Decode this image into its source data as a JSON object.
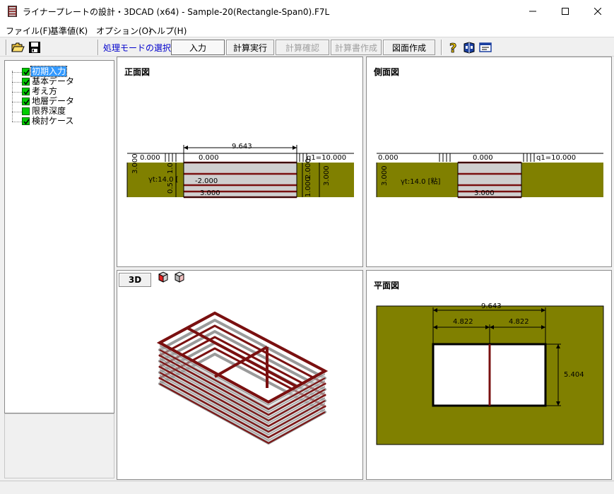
{
  "window": {
    "title": "ライナープレートの設計・3DCAD (x64) - Sample-20(Rectangle-Span0).F7L"
  },
  "menu": {
    "items": [
      "ファイル(F)",
      "基準値(K)",
      "オプション(O)",
      "ヘルプ(H)"
    ]
  },
  "toolbar": {
    "mode_label": "処理モードの選択",
    "buttons": {
      "input": "入力",
      "run": "計算実行",
      "check": "計算確認",
      "report": "計算書作成",
      "drawing": "図面作成"
    }
  },
  "tree": {
    "items": [
      "初期入力",
      "基本データ",
      "考え方",
      "地層データ",
      "限界深度",
      "検討ケース"
    ],
    "selected_index": 0
  },
  "front_view": {
    "title": "正面図",
    "width_dim": "9.643",
    "level_left": "0.000",
    "level_mid": "0.000",
    "load_label": "q1=10.000",
    "depth_left": "3.000",
    "gamma_label": "γt:14.0 [",
    "inner_level": "-2.000",
    "bottom_level": "3.000",
    "ring_dim_a": "1.0",
    "ring_dim_b": "0.5",
    "right_dim_a": "1.000",
    "right_dim_b": "2.000",
    "depth_right": "3.000"
  },
  "side_view": {
    "title": "側面図",
    "level_left": "0.000",
    "level_mid": "0.000",
    "load_label": "q1=10.000",
    "depth_left": "3.000",
    "gamma_label": "γt:14.0 [粘]",
    "bottom_level": "3.000"
  },
  "view_3d": {
    "button_label": "3D"
  },
  "plan_view": {
    "title": "平面図",
    "total_width": "9.643",
    "half_left": "4.822",
    "half_right": "4.822",
    "depth": "5.404"
  },
  "colors": {
    "soil": "#808000",
    "plate": "#cfcfcf",
    "frame": "#7a1010",
    "selected": "#3399ff",
    "mode_label": "#0000cc"
  }
}
